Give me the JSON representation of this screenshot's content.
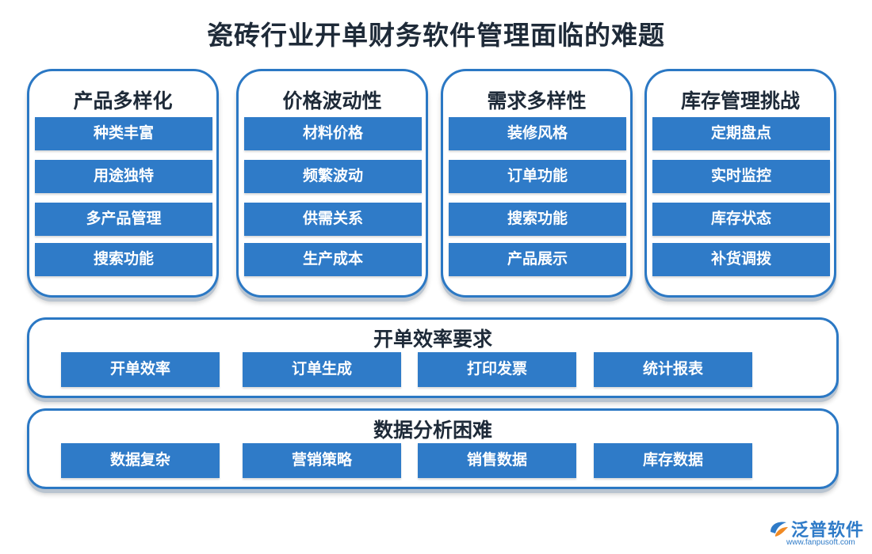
{
  "title": "瓷砖行业开单财务软件管理面临的难题",
  "cards": [
    {
      "title": "产品多样化",
      "items": [
        "种类丰富",
        "用途独特",
        "多产品管理",
        "搜索功能"
      ]
    },
    {
      "title": "价格波动性",
      "items": [
        "材料价格",
        "频繁波动",
        "供需关系",
        "生产成本"
      ]
    },
    {
      "title": "需求多样性",
      "items": [
        "装修风格",
        "订单功能",
        "搜索功能",
        "产品展示"
      ]
    },
    {
      "title": "库存管理挑战",
      "items": [
        "定期盘点",
        "实时监控",
        "库存状态",
        "补货调拨"
      ]
    }
  ],
  "bands": [
    {
      "title": "开单效率要求",
      "items": [
        "开单效率",
        "订单生成",
        "打印发票",
        "统计报表"
      ]
    },
    {
      "title": "数据分析困难",
      "items": [
        "数据复杂",
        "营销策略",
        "销售数据",
        "库存数据"
      ]
    }
  ],
  "logo": {
    "name": "泛普软件",
    "url": "www.fanpusoft.com"
  },
  "colors": {
    "accent": "#2f7bc8",
    "border": "#2b78c4",
    "title": "#1e2a38"
  },
  "icons": {
    "logo": "fanpu-logo-icon"
  }
}
